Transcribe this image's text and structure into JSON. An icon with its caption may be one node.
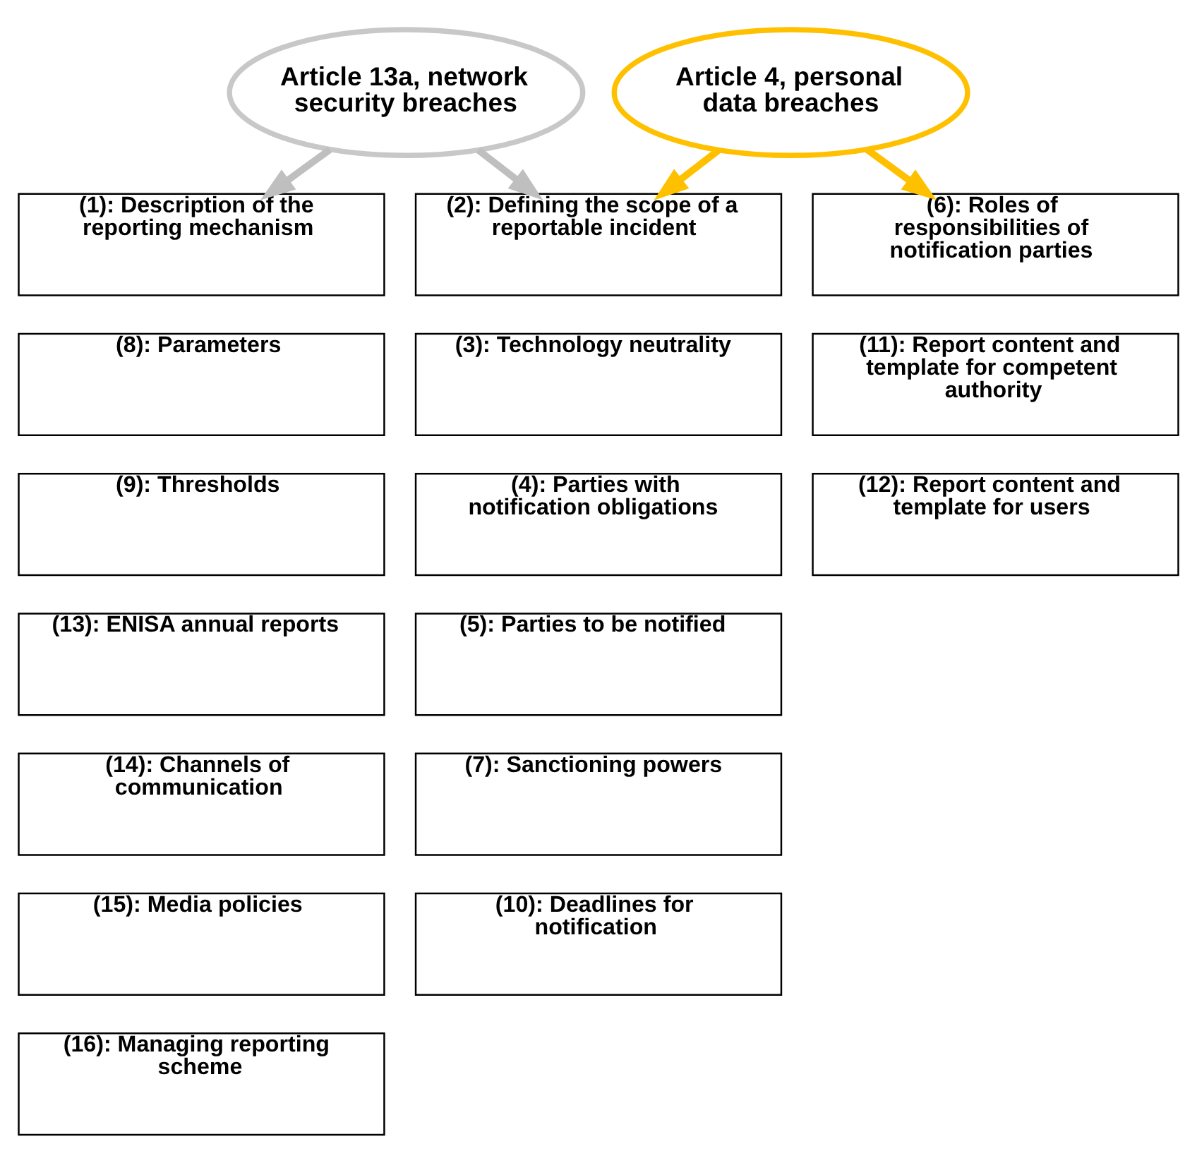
{
  "diagram": {
    "nodes": [
      {
        "text": [
          "Article 13a, network security breaches"
        ]
      },
      {
        "text": [
          "Article 4, personal data breaches"
        ]
      },
      {
        "text": [
          "(1): Description of the reporting mechanism"
        ]
      },
      {
        "text": [
          "(8): Parameters"
        ]
      },
      {
        "text": [
          "(9): Thresholds"
        ]
      },
      {
        "text": [
          "(13): ENISA annual reports"
        ]
      },
      {
        "text": [
          "(14): Channels of communication"
        ]
      },
      {
        "text": [
          "(15): Media policies"
        ]
      },
      {
        "text": [
          "(16): Managing reporting scheme"
        ]
      },
      {
        "text": [
          "(2): Defining the scope of a reportable incident"
        ]
      },
      {
        "text": [
          "(3): Technology neutrality"
        ]
      },
      {
        "text": [
          "(4): Parties with notification obligations"
        ]
      },
      {
        "text": [
          "(5): Parties to be notified"
        ]
      },
      {
        "text": [
          "(7): Sanctioning powers"
        ]
      },
      {
        "text": [
          "(10): Deadlines for notification"
        ]
      },
      {
        "text": [
          "(6): Roles of responsibilities of notification parties"
        ]
      },
      {
        "text": [
          "(11): Report content and template for competent authority"
        ]
      },
      {
        "text": [
          "(12): Report content and template for users"
        ]
      }
    ],
    "edges": [
      {
        "from": 0,
        "to": 2,
        "arrow": "to",
        "color": "#bfbfbf"
      },
      {
        "from": 0,
        "to": 9,
        "arrow": "to",
        "color": "#bfbfbf"
      },
      {
        "from": 1,
        "to": 9,
        "arrow": "to",
        "color": "#ffc000"
      },
      {
        "from": 1,
        "to": 15,
        "arrow": "to",
        "color": "#ffc000"
      }
    ]
  }
}
